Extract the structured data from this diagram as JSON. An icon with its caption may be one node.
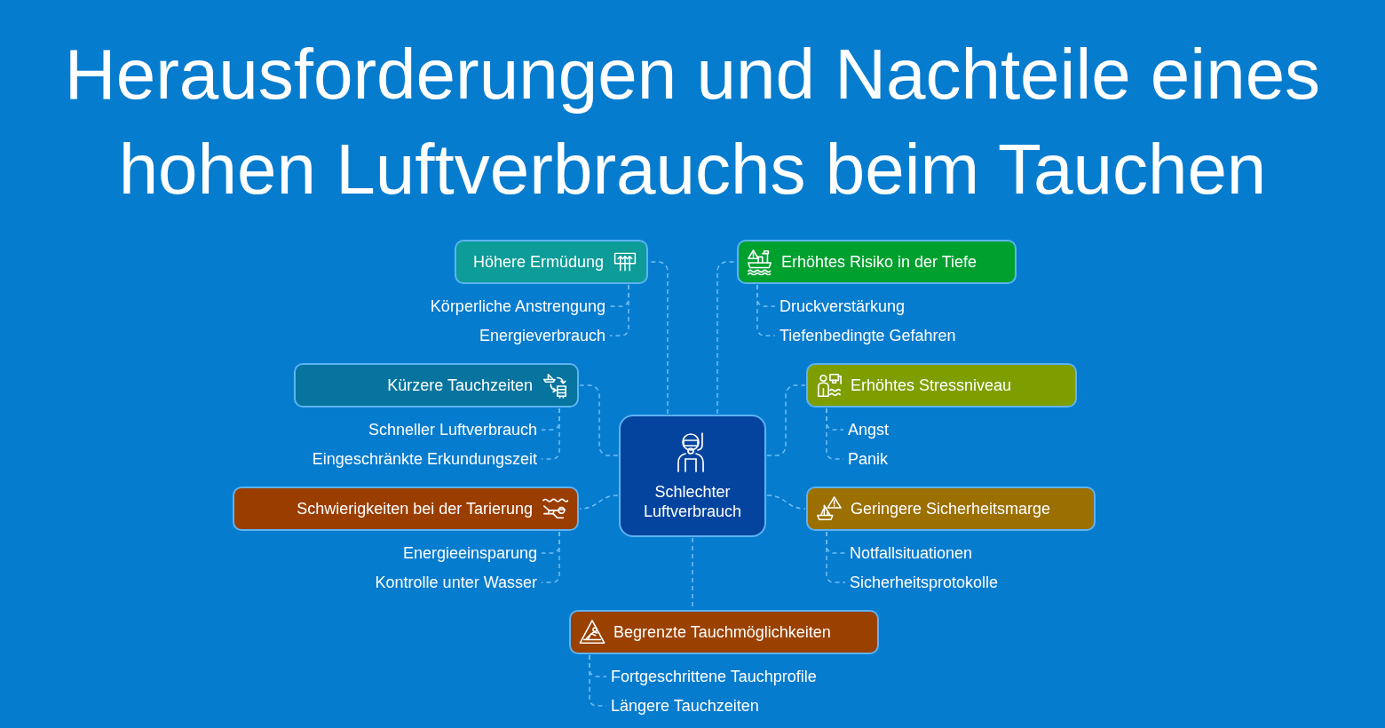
{
  "diagram": {
    "title": "Herausforderungen und Nachteile eines hohen Luftverbrauchs beim Tauchen",
    "nodes": [
      {
        "text": [
          "Schlechter Luftverbrauch"
        ]
      },
      {
        "text": [
          "Höhere Ermüdung"
        ]
      },
      {
        "text": [
          "Körperliche Anstrengung"
        ]
      },
      {
        "text": [
          "Energieverbrauch"
        ]
      },
      {
        "text": [
          "Erhöhtes Risiko in der Tiefe"
        ]
      },
      {
        "text": [
          "Druckverstärkung"
        ]
      },
      {
        "text": [
          "Tiefenbedingte Gefahren"
        ]
      },
      {
        "text": [
          "Kürzere Tauchzeiten"
        ]
      },
      {
        "text": [
          "Schneller Luftverbrauch"
        ]
      },
      {
        "text": [
          "Eingeschränkte Erkundungszeit"
        ]
      },
      {
        "text": [
          "Erhöhtes Stressniveau"
        ]
      },
      {
        "text": [
          "Angst"
        ]
      },
      {
        "text": [
          "Panik"
        ]
      },
      {
        "text": [
          "Schwierigkeiten bei der Tarierung"
        ]
      },
      {
        "text": [
          "Energieeinsparung"
        ]
      },
      {
        "text": [
          "Kontrolle unter Wasser"
        ]
      },
      {
        "text": [
          "Geringere Sicherheitsmarge"
        ]
      },
      {
        "text": [
          "Notfallsituationen"
        ]
      },
      {
        "text": [
          "Sicherheitsprotokolle"
        ]
      },
      {
        "text": [
          "Begrenzte Tauchmöglichkeiten"
        ]
      },
      {
        "text": [
          "Fortgeschrittene Tauchprofile"
        ]
      },
      {
        "text": [
          "Längere Tauchzeiten"
        ]
      }
    ],
    "edges": [
      {
        "from": 0,
        "to": 1,
        "arrow": "none",
        "style": "dashed"
      },
      {
        "from": 0,
        "to": 4,
        "arrow": "none",
        "style": "dashed"
      },
      {
        "from": 0,
        "to": 7,
        "arrow": "none",
        "style": "dashed"
      },
      {
        "from": 0,
        "to": 10,
        "arrow": "none",
        "style": "dashed"
      },
      {
        "from": 0,
        "to": 13,
        "arrow": "none",
        "style": "dashed"
      },
      {
        "from": 0,
        "to": 16,
        "arrow": "none",
        "style": "dashed"
      },
      {
        "from": 0,
        "to": 19,
        "arrow": "none",
        "style": "dashed"
      },
      {
        "from": 1,
        "to": 2,
        "arrow": "none",
        "style": "dashed"
      },
      {
        "from": 1,
        "to": 3,
        "arrow": "none",
        "style": "dashed"
      },
      {
        "from": 4,
        "to": 5,
        "arrow": "none",
        "style": "dashed"
      },
      {
        "from": 4,
        "to": 6,
        "arrow": "none",
        "style": "dashed"
      },
      {
        "from": 7,
        "to": 8,
        "arrow": "none",
        "style": "dashed"
      },
      {
        "from": 7,
        "to": 9,
        "arrow": "none",
        "style": "dashed"
      },
      {
        "from": 10,
        "to": 11,
        "arrow": "none",
        "style": "dashed"
      },
      {
        "from": 10,
        "to": 12,
        "arrow": "none",
        "style": "dashed"
      },
      {
        "from": 13,
        "to": 14,
        "arrow": "none",
        "style": "dashed"
      },
      {
        "from": 13,
        "to": 15,
        "arrow": "none",
        "style": "dashed"
      },
      {
        "from": 16,
        "to": 17,
        "arrow": "none",
        "style": "dashed"
      },
      {
        "from": 16,
        "to": 18,
        "arrow": "none",
        "style": "dashed"
      },
      {
        "from": 19,
        "to": 20,
        "arrow": "none",
        "style": "dashed"
      },
      {
        "from": 19,
        "to": 21,
        "arrow": "none",
        "style": "dashed"
      }
    ]
  }
}
